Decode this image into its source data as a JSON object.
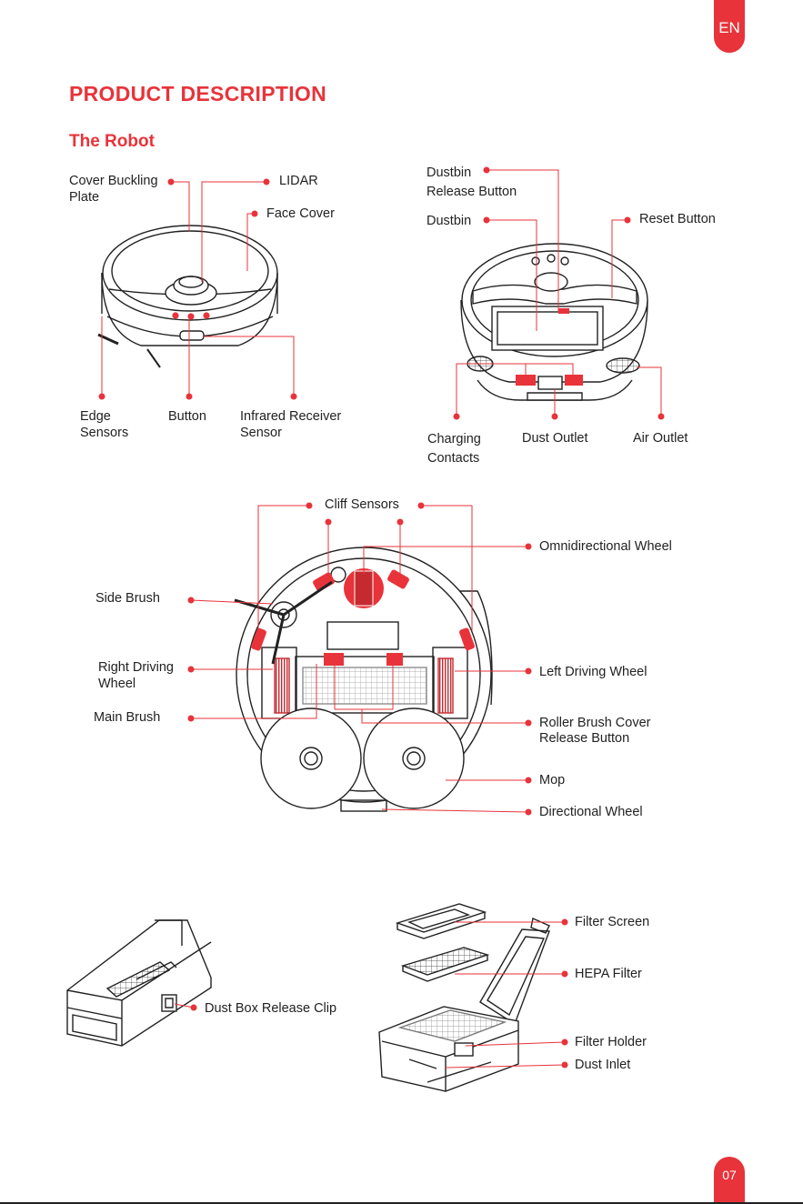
{
  "badge": {
    "language": "EN",
    "page_number": "07"
  },
  "title": "PRODUCT DESCRIPTION",
  "section": "The Robot",
  "top_view_labels": {
    "cover_buckling_plate": "Cover Buckling\nPlate",
    "lidar": "LIDAR",
    "face_cover": "Face Cover",
    "edge_sensors": "Edge\nSensors",
    "button": "Button",
    "infrared_receiver_sensor": "Infrared Receiver\nSensor"
  },
  "rear_view_labels": {
    "dustbin_release_button": "Dustbin\nRelease Button",
    "dustbin": "Dustbin",
    "reset_button": "Reset Button",
    "charging_contacts": "Charging\nContacts",
    "dust_outlet": "Dust Outlet",
    "air_outlet": "Air Outlet"
  },
  "bottom_view_labels": {
    "cliff_sensors": "Cliff Sensors",
    "omnidirectional_wheel": "Omnidirectional Wheel",
    "side_brush": "Side Brush",
    "right_driving_wheel": "Right Driving\nWheel",
    "left_driving_wheel": "Left Driving Wheel",
    "main_brush": "Main Brush",
    "roller_brush_cover_release_button": "Roller Brush Cover\nRelease Button",
    "mop": "Mop",
    "directional_wheel": "Directional Wheel"
  },
  "dust_box_labels": {
    "dust_box_release_clip": "Dust Box Release Clip",
    "filter_screen": "Filter Screen",
    "hepa_filter": "HEPA Filter",
    "filter_holder": "Filter Holder",
    "dust_inlet": "Dust Inlet"
  },
  "colors": {
    "accent": "#e8333a",
    "line": "#222222",
    "leader": "#e8333a"
  }
}
